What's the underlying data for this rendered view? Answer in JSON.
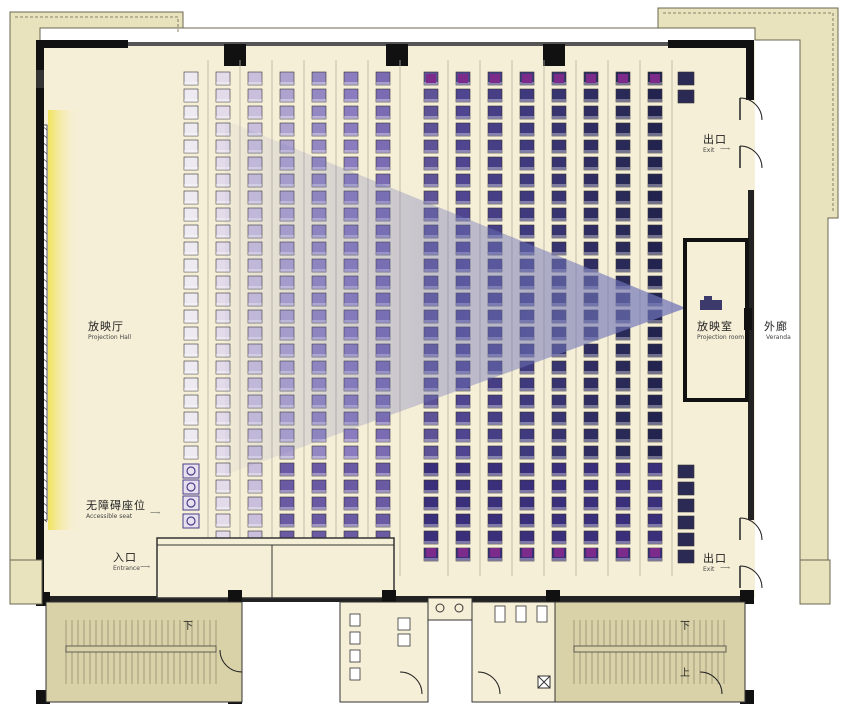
{
  "labels": {
    "projection_hall_cn": "放映厅",
    "projection_hall_en": "Projection Hall",
    "accessible_cn": "无障碍座位",
    "accessible_en": "Accessible seat",
    "entrance_cn": "入口",
    "entrance_en": "Entrance",
    "exit_top_cn": "出口",
    "exit_top_en": "Exit",
    "exit_bottom_cn": "出口",
    "exit_bottom_en": "Exit",
    "projection_room_cn": "放映室",
    "projection_room_en": "Projection room",
    "veranda_cn": "外廊",
    "veranda_en": "Veranda",
    "stair_down_left": "下",
    "stair_down_right": "下",
    "stair_up_right": "上"
  },
  "colors": {
    "floor": "#f6efd7",
    "veranda": "#e8e2bd",
    "wall": "#111111",
    "service_floor": "#d9d1a7",
    "screen": "#f4ea7a",
    "beam": "#6f74b8",
    "seat_colors": [
      "#eeeaf1",
      "#e3dbe9",
      "#c9bfdc",
      "#aea3cf",
      "#9488c2",
      "#8a7cbe",
      "#7a6bb2",
      "#5e5397",
      "#4f4590",
      "#463f86",
      "#3f3a7e",
      "#38346f",
      "#302d62",
      "#2a2a58",
      "#232350",
      "#1e1e45"
    ],
    "accent_purple": "#7c2b8a"
  }
}
